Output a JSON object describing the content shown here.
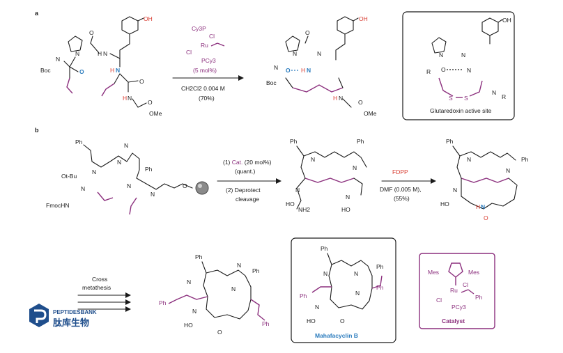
{
  "panel_a": {
    "label": "a",
    "catalyst": {
      "ligand_top": "Cy3P",
      "cl_top": "Cl",
      "metal": "Ru",
      "cl_left": "Cl",
      "ligand_bottom": "PCy3",
      "loading": "(5 mol%)"
    },
    "conditions_solvent": "CH2Cl2  0.004 M",
    "conditions_yield": "(70%)",
    "glutaredoxin": {
      "caption": "Glutaredoxin active site",
      "atom_S1": "S",
      "atom_S2": "S",
      "atom_R1": "R",
      "atom_R2": "R"
    }
  },
  "panel_b": {
    "label": "b",
    "step1_line1": "(1) Cat. (20 mol%)",
    "step1_line2": "(quant.)",
    "step2_line1": "(2) Deprotect",
    "step2_line2": "cleavage",
    "fdpp": "FDPP",
    "fdpp_cond1": "DMF (0.005 M),",
    "fdpp_cond2": "(55%)",
    "cross_metathesis_line1": "Cross",
    "cross_metathesis_line2": "metathesis",
    "mahafacyclin_label": "Mahafacyclin B",
    "catalyst_caption": "Catalyst",
    "catalyst_mes_left": "Mes",
    "catalyst_mes_right": "Mes",
    "catalyst_metal": "Ru",
    "catalyst_cl1": "Cl",
    "catalyst_cl2": "Cl",
    "catalyst_pcy3": "PCy3",
    "catalyst_ph": "Ph"
  },
  "groups": {
    "boc": "Boc",
    "fmoc": "FmocHN",
    "otbu": "Ot-Bu",
    "ome": "OMe",
    "oh": "OH",
    "ph": "Ph",
    "nh2": "NH2",
    "ho": "HO",
    "n": "N",
    "h": "H",
    "o": "O"
  },
  "logo": {
    "line1": "PEPTIDESBANK",
    "line2": "肽库生物"
  },
  "colors": {
    "purple": "#8b2f7d",
    "blue": "#2a7bbd",
    "red": "#d83a2e",
    "logo_blue": "#1f4e8c"
  }
}
